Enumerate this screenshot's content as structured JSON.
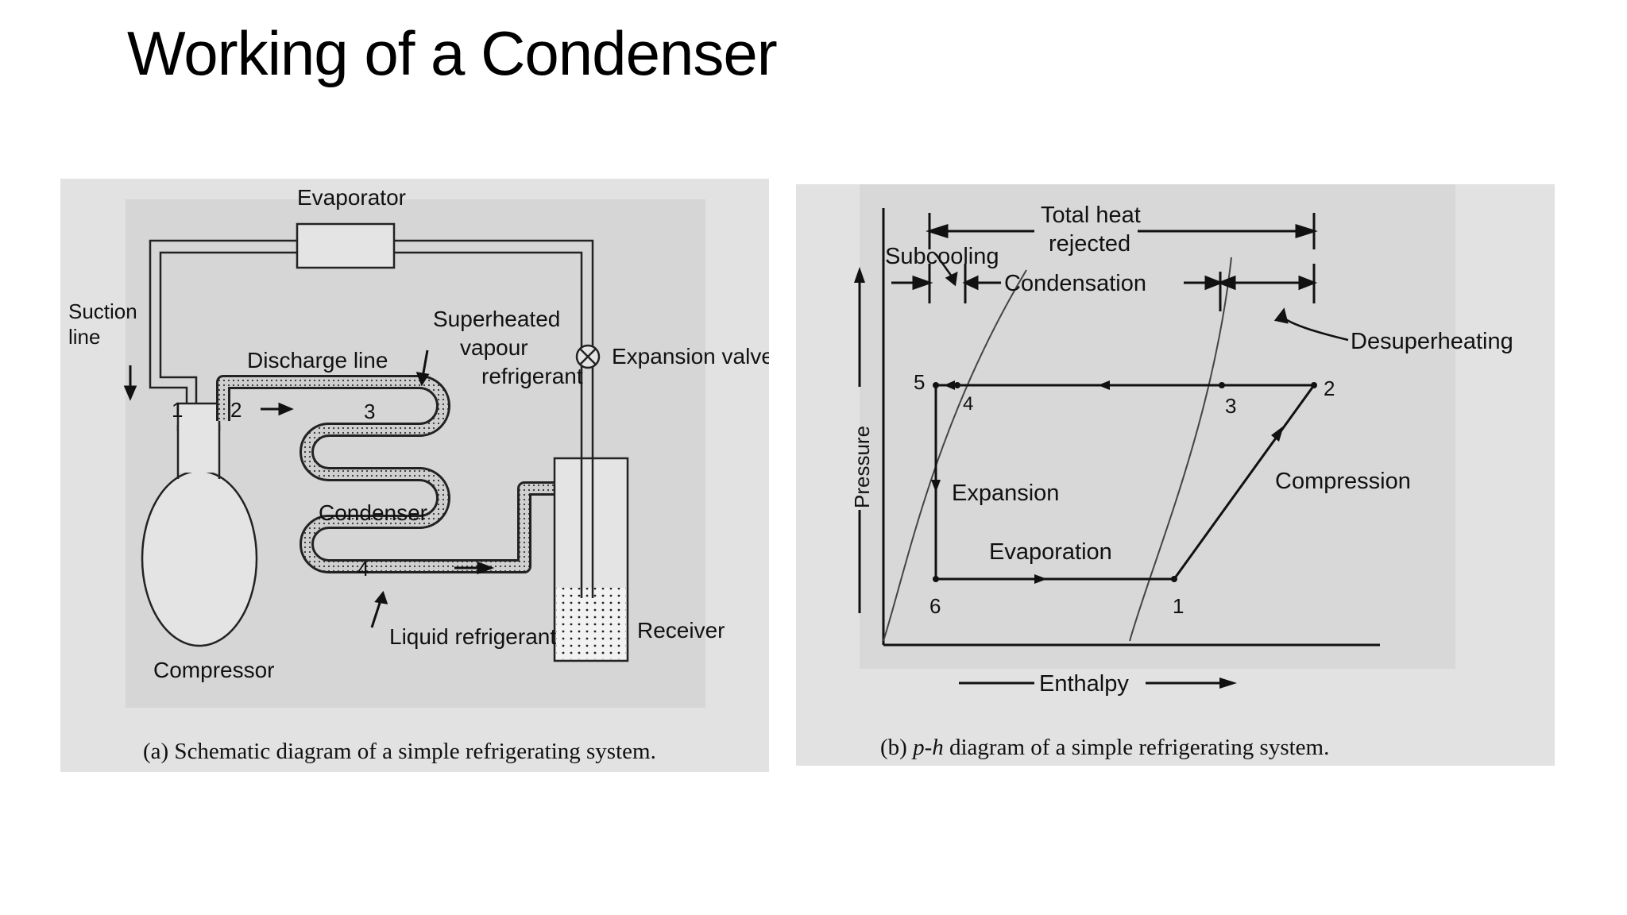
{
  "slide": {
    "title": "Working of a Condenser"
  },
  "figure_a": {
    "labels": {
      "evaporator": "Evaporator",
      "suction_line_1": "Suction",
      "suction_line_2": "line",
      "discharge_line": "Discharge line",
      "superheated_1": "Superheated",
      "superheated_2": "vapour",
      "superheated_3": "refrigerant",
      "expansion_valve": "Expansion valve",
      "condenser": "Condenser",
      "liquid_refrigerant": "Liquid refrigerant",
      "receiver": "Receiver",
      "compressor": "Compressor",
      "pt1": "1",
      "pt2": "2",
      "pt3": "3",
      "pt4": "4"
    },
    "caption": "(a) Schematic diagram of a simple refrigerating system."
  },
  "figure_b": {
    "labels": {
      "total_heat_1": "Total heat",
      "total_heat_2": "rejected",
      "subcooling": "Subcooling",
      "condensation": "Condensation",
      "desuperheating": "Desuperheating",
      "expansion": "Expansion",
      "compression": "Compression",
      "evaporation": "Evaporation",
      "pressure_axis": "Pressure",
      "enthalpy_axis": "Enthalpy",
      "pt1": "1",
      "pt2": "2",
      "pt3": "3",
      "pt4": "4",
      "pt5": "5",
      "pt6": "6"
    },
    "caption_prefix": "(b) ",
    "caption_italic": "p-h",
    "caption_rest": " diagram of a simple refrigerating system."
  }
}
